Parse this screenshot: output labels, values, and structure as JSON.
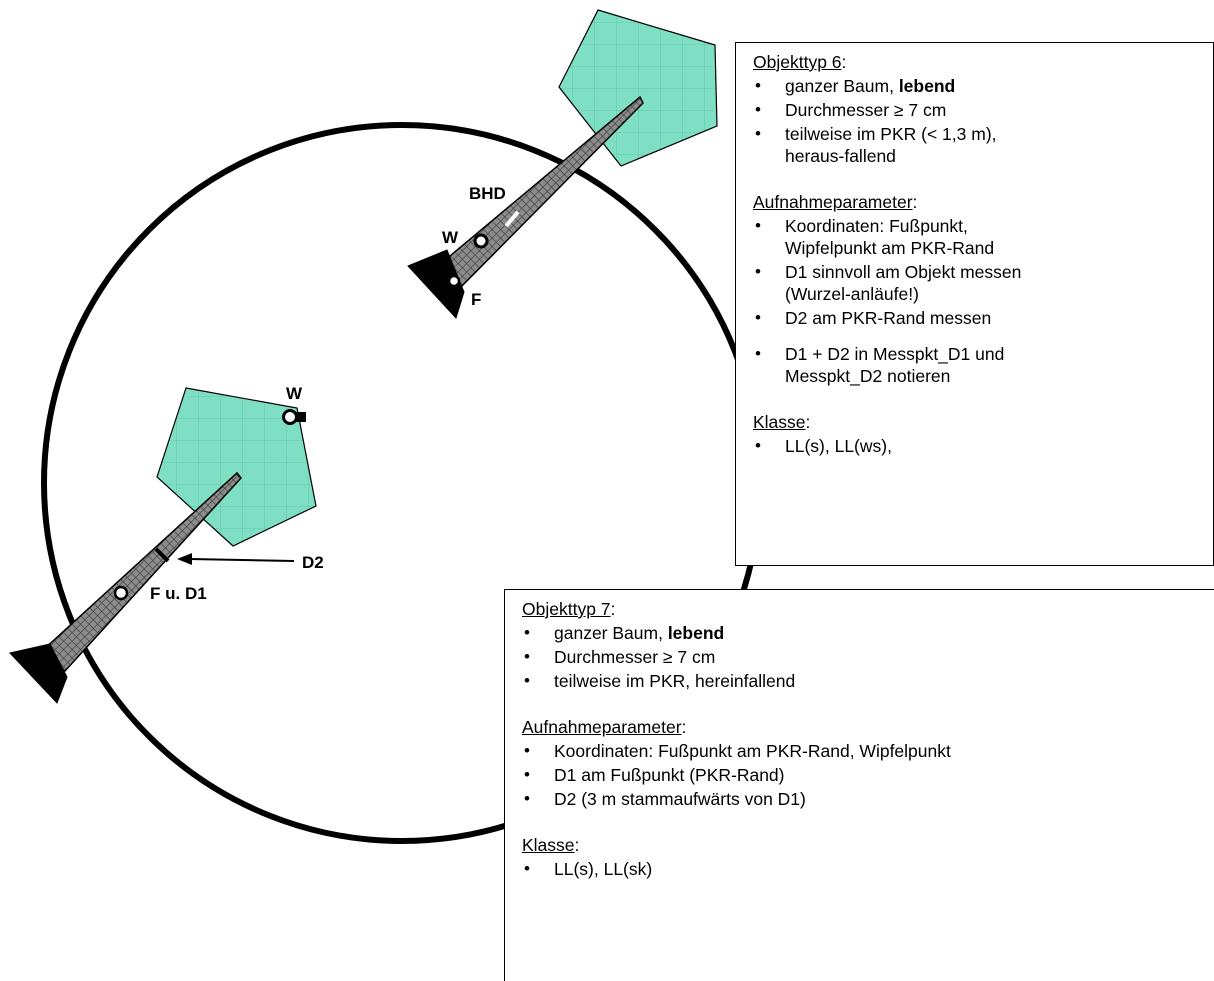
{
  "labels": {
    "bhd": "BHD",
    "w_top": "W",
    "f_top": "F",
    "w_bottom": "W",
    "d2": "D2",
    "f_u_d1": "F u. D1"
  },
  "colors": {
    "crown_fill": "#7fdfc4",
    "stem_fill": "#8c8c8c",
    "outline": "#000000"
  },
  "box6": {
    "title": "Objekttyp 6",
    "colon": ":",
    "items": [
      {
        "pre": "ganzer Baum, ",
        "bold": "lebend"
      },
      {
        "text": "Durchmesser ≥ 7 cm"
      },
      {
        "text": "teilweise im PKR (< 1,3 m), heraus-fallend"
      }
    ],
    "params_title": "Aufnahmeparameter",
    "params": [
      "Koordinaten: Fußpunkt, Wipfelpunkt am PKR-Rand",
      "D1 sinnvoll am Objekt messen (Wurzel-anläufe!)",
      "D2 am PKR-Rand messen",
      "D1 + D2 in Messpkt_D1 und Messpkt_D2 notieren"
    ],
    "class_title": "Klasse",
    "classes": [
      "LL(s), LL(ws),"
    ]
  },
  "box7": {
    "title": "Objekttyp 7",
    "colon": ":",
    "items": [
      {
        "pre": "ganzer Baum, ",
        "bold": "lebend"
      },
      {
        "text": "Durchmesser ≥ 7 cm"
      },
      {
        "text": "teilweise im PKR, hereinfallend"
      }
    ],
    "params_title": "Aufnahmeparameter",
    "params": [
      "Koordinaten: Fußpunkt am PKR-Rand, Wipfelpunkt",
      "D1 am Fußpunkt (PKR-Rand)",
      "D2 (3 m stammaufwärts von D1)"
    ],
    "class_title": "Klasse",
    "classes": [
      "LL(s), LL(sk)"
    ]
  }
}
